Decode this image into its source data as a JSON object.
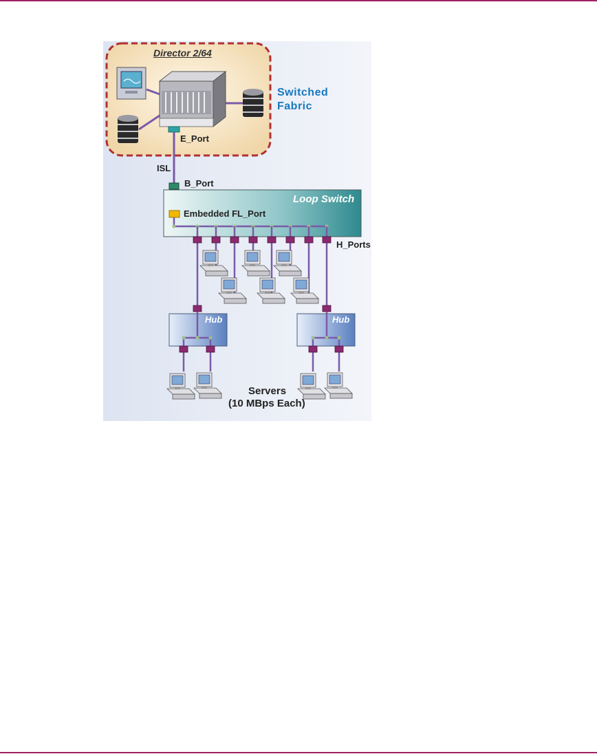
{
  "diagram": {
    "director_title": "Director 2/64",
    "switched_fabric": [
      "Switched",
      "Fabric"
    ],
    "e_port": "E_Port",
    "isl": "ISL",
    "b_port": "B_Port",
    "loop_switch": "Loop Switch",
    "embedded_fl_port": "Embedded FL_Port",
    "h_ports": "H_Ports",
    "hub_left": "Hub",
    "hub_right": "Hub",
    "servers_line1": "Servers",
    "servers_line2": "(10 MBps Each)"
  },
  "colors": {
    "rule": "#a02060",
    "cable": "#7a5aa8",
    "port": "#8b2a6e",
    "b_port": "#2e8a6a",
    "fl_port": "#f0b800",
    "fabric_text": "#1778c0",
    "fabric_border": "#b23030"
  }
}
